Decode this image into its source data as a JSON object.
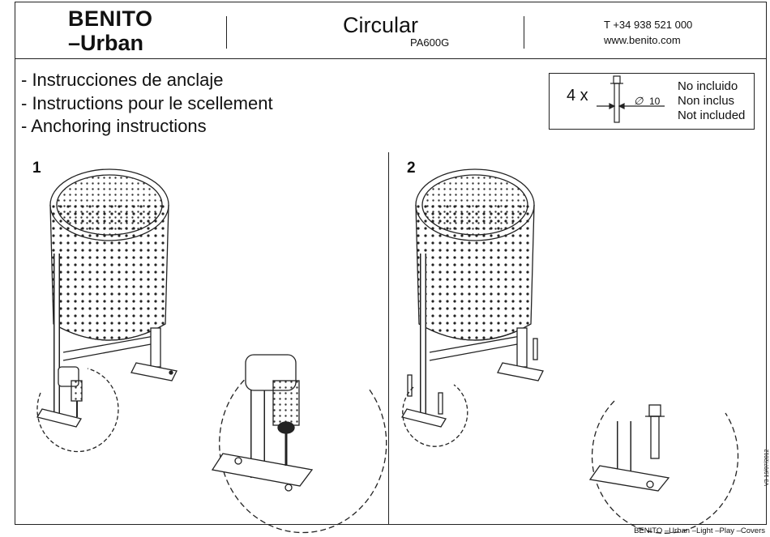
{
  "header": {
    "brand_line1": "BENITO",
    "brand_line2": "–Urban",
    "product_name": "Circular",
    "product_code": "PA600G",
    "phone": "T +34 938 521 000",
    "website": "www.benito.com"
  },
  "instructions": [
    "- Instrucciones de anclaje",
    "- Instructions pour le scellement",
    "- Anchoring instructions"
  ],
  "parts_box": {
    "quantity": "4 x",
    "diameter_symbol": "∅",
    "diameter_value": "10",
    "not_included": [
      "No incluido",
      "Non inclus",
      "Not included"
    ]
  },
  "steps": [
    {
      "number": "1"
    },
    {
      "number": "2"
    }
  ],
  "footer": {
    "brands": "BENITO –Urban –Light –Play –Covers",
    "version": "V3 19/07/2012"
  }
}
